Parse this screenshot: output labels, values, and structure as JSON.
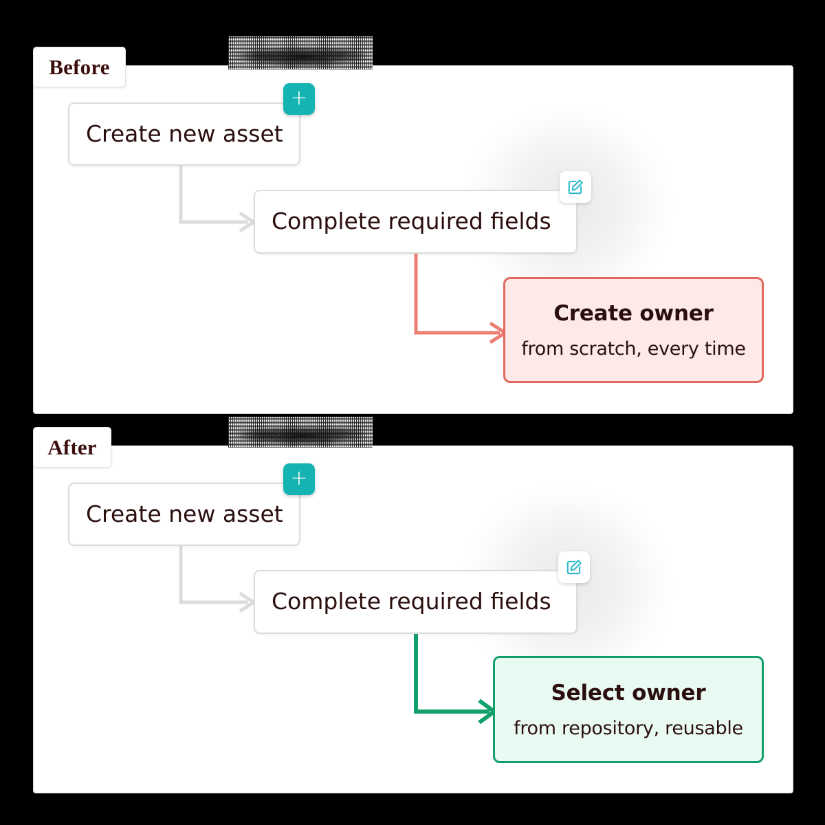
{
  "meta": {
    "background_color": "#000000",
    "panel_background": "#ffffff"
  },
  "colors": {
    "accent_teal": "#16b3b3",
    "edit_icon": "#2cb8cc",
    "before_border": "#e0685c",
    "before_fill": "#fdeae8",
    "after_border": "#12a06a",
    "after_fill": "#e9faf2",
    "node_border": "#dcdcdc",
    "connector_grey": "#dcdcdc",
    "text_dark": "#2b0f0f",
    "tag_text": "#3b0d0d"
  },
  "panels": [
    {
      "id": "before",
      "tag_label": "Before",
      "redacted_label": "",
      "nodes": [
        {
          "id": "create-new-asset",
          "label": "Create new asset"
        },
        {
          "id": "complete-required-fields",
          "label": "Complete required fields"
        }
      ],
      "result": {
        "title": "Create owner",
        "subtitle": "from scratch, every time"
      },
      "chips": [
        {
          "id": "add",
          "icon": "plus-icon",
          "glyph": "+"
        },
        {
          "id": "edit",
          "icon": "edit-pencil-icon",
          "glyph": ""
        }
      ]
    },
    {
      "id": "after",
      "tag_label": "After",
      "redacted_label": "",
      "nodes": [
        {
          "id": "create-new-asset",
          "label": "Create new asset"
        },
        {
          "id": "complete-required-fields",
          "label": "Complete required fields"
        }
      ],
      "result": {
        "title": "Select owner",
        "subtitle": "from repository, reusable"
      },
      "chips": [
        {
          "id": "add",
          "icon": "plus-icon",
          "glyph": "+"
        },
        {
          "id": "edit",
          "icon": "edit-pencil-icon",
          "glyph": ""
        }
      ]
    }
  ]
}
